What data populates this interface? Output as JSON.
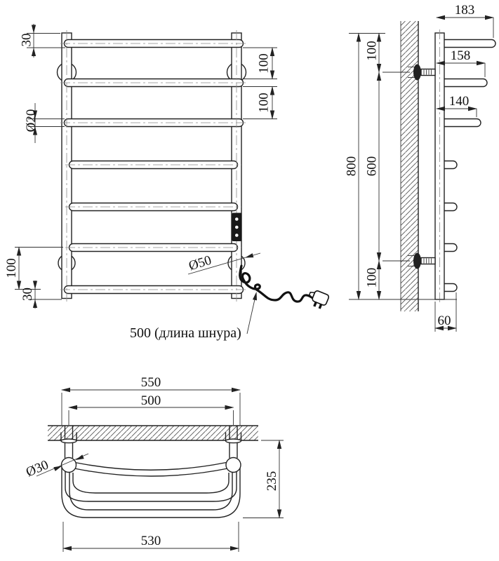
{
  "front_view": {
    "dims": {
      "top_offset": "30",
      "tube_diameter": "Ø20",
      "rung_gap_1": "100",
      "rung_gap_2": "100",
      "bottom_gap": "100",
      "bottom_offset": "30",
      "flange_diameter": "Ø50"
    },
    "cord_note": "500 (длина шнура)"
  },
  "side_view": {
    "dims": {
      "top_rail_reach": "183",
      "mid_rail_reach": "158",
      "low_rail_reach": "140",
      "top_margin": "100",
      "total_height": "800",
      "bracket_span": "600",
      "bottom_margin": "100",
      "wall_offset": "60"
    }
  },
  "top_view": {
    "dims": {
      "outer_width": "550",
      "mount_span": "500",
      "post_diameter": "Ø30",
      "shelf_depth": "235",
      "shelf_width": "530"
    }
  }
}
